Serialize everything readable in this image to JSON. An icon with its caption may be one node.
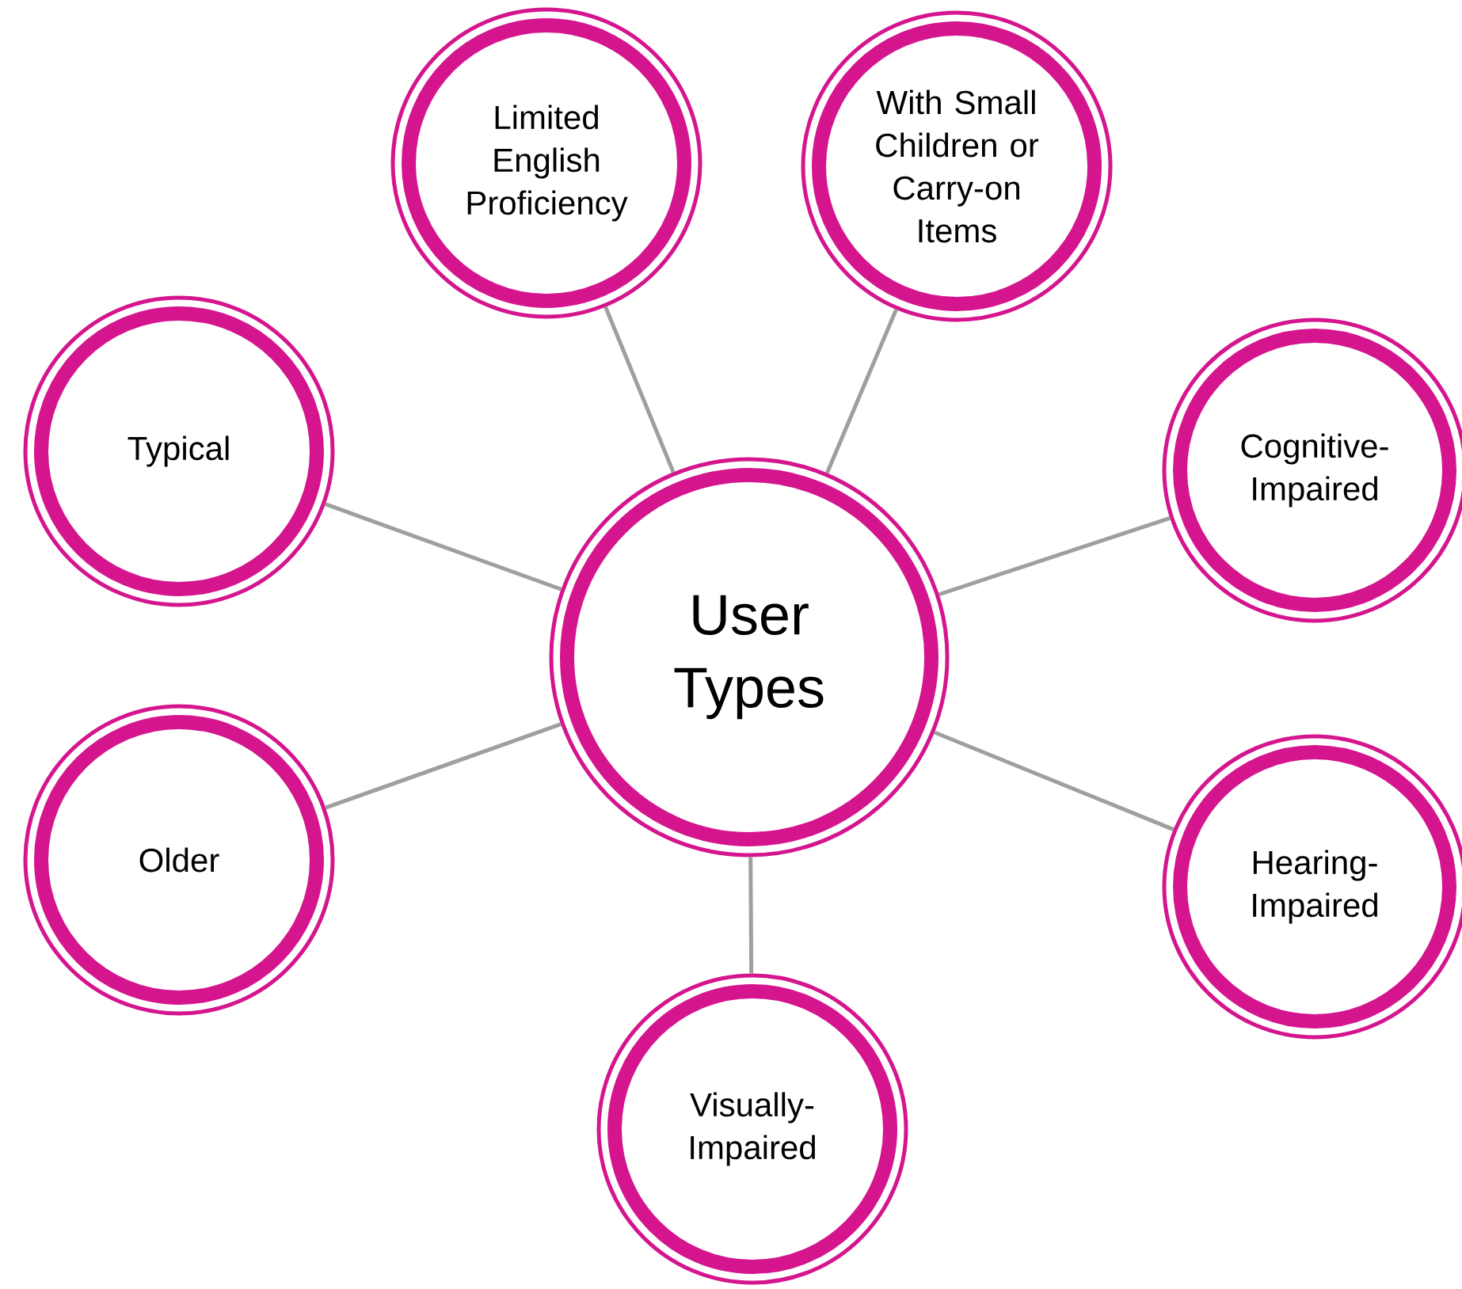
{
  "diagram": {
    "nodes": [
      {
        "text": [
          "User Types"
        ]
      },
      {
        "text": [
          "Limited English Proficiency"
        ]
      },
      {
        "text": [
          "With Small Children or Carry-on Items"
        ]
      },
      {
        "text": [
          "Typical"
        ]
      },
      {
        "text": [
          "Cognitive-Impaired"
        ]
      },
      {
        "text": [
          "Older"
        ]
      },
      {
        "text": [
          "Hearing-Impaired"
        ]
      },
      {
        "text": [
          "Visually-Impaired"
        ]
      }
    ],
    "edges": [
      {
        "from": 0,
        "to": 1,
        "arrow": "none"
      },
      {
        "from": 0,
        "to": 2,
        "arrow": "none"
      },
      {
        "from": 0,
        "to": 3,
        "arrow": "none"
      },
      {
        "from": 0,
        "to": 4,
        "arrow": "none"
      },
      {
        "from": 0,
        "to": 5,
        "arrow": "none"
      },
      {
        "from": 0,
        "to": 6,
        "arrow": "none"
      },
      {
        "from": 0,
        "to": 7,
        "arrow": "none"
      }
    ]
  }
}
